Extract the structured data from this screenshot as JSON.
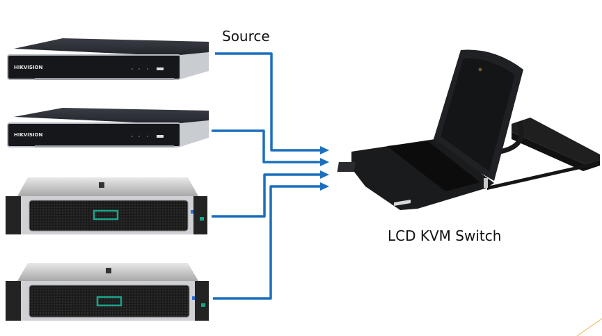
{
  "diagram": {
    "source_label": "Source",
    "target_label": "LCD KVM Switch",
    "sources": [
      {
        "type": "nvr",
        "brand": "HIKVISION"
      },
      {
        "type": "nvr",
        "brand": "HIKVISION"
      },
      {
        "type": "rack-server",
        "brand": ""
      },
      {
        "type": "rack-server",
        "brand": ""
      }
    ],
    "connection_count": 4,
    "colors": {
      "connector": "#1a6fbe",
      "accent_line": "#f0c070",
      "server_badge": "#19a58a"
    }
  }
}
